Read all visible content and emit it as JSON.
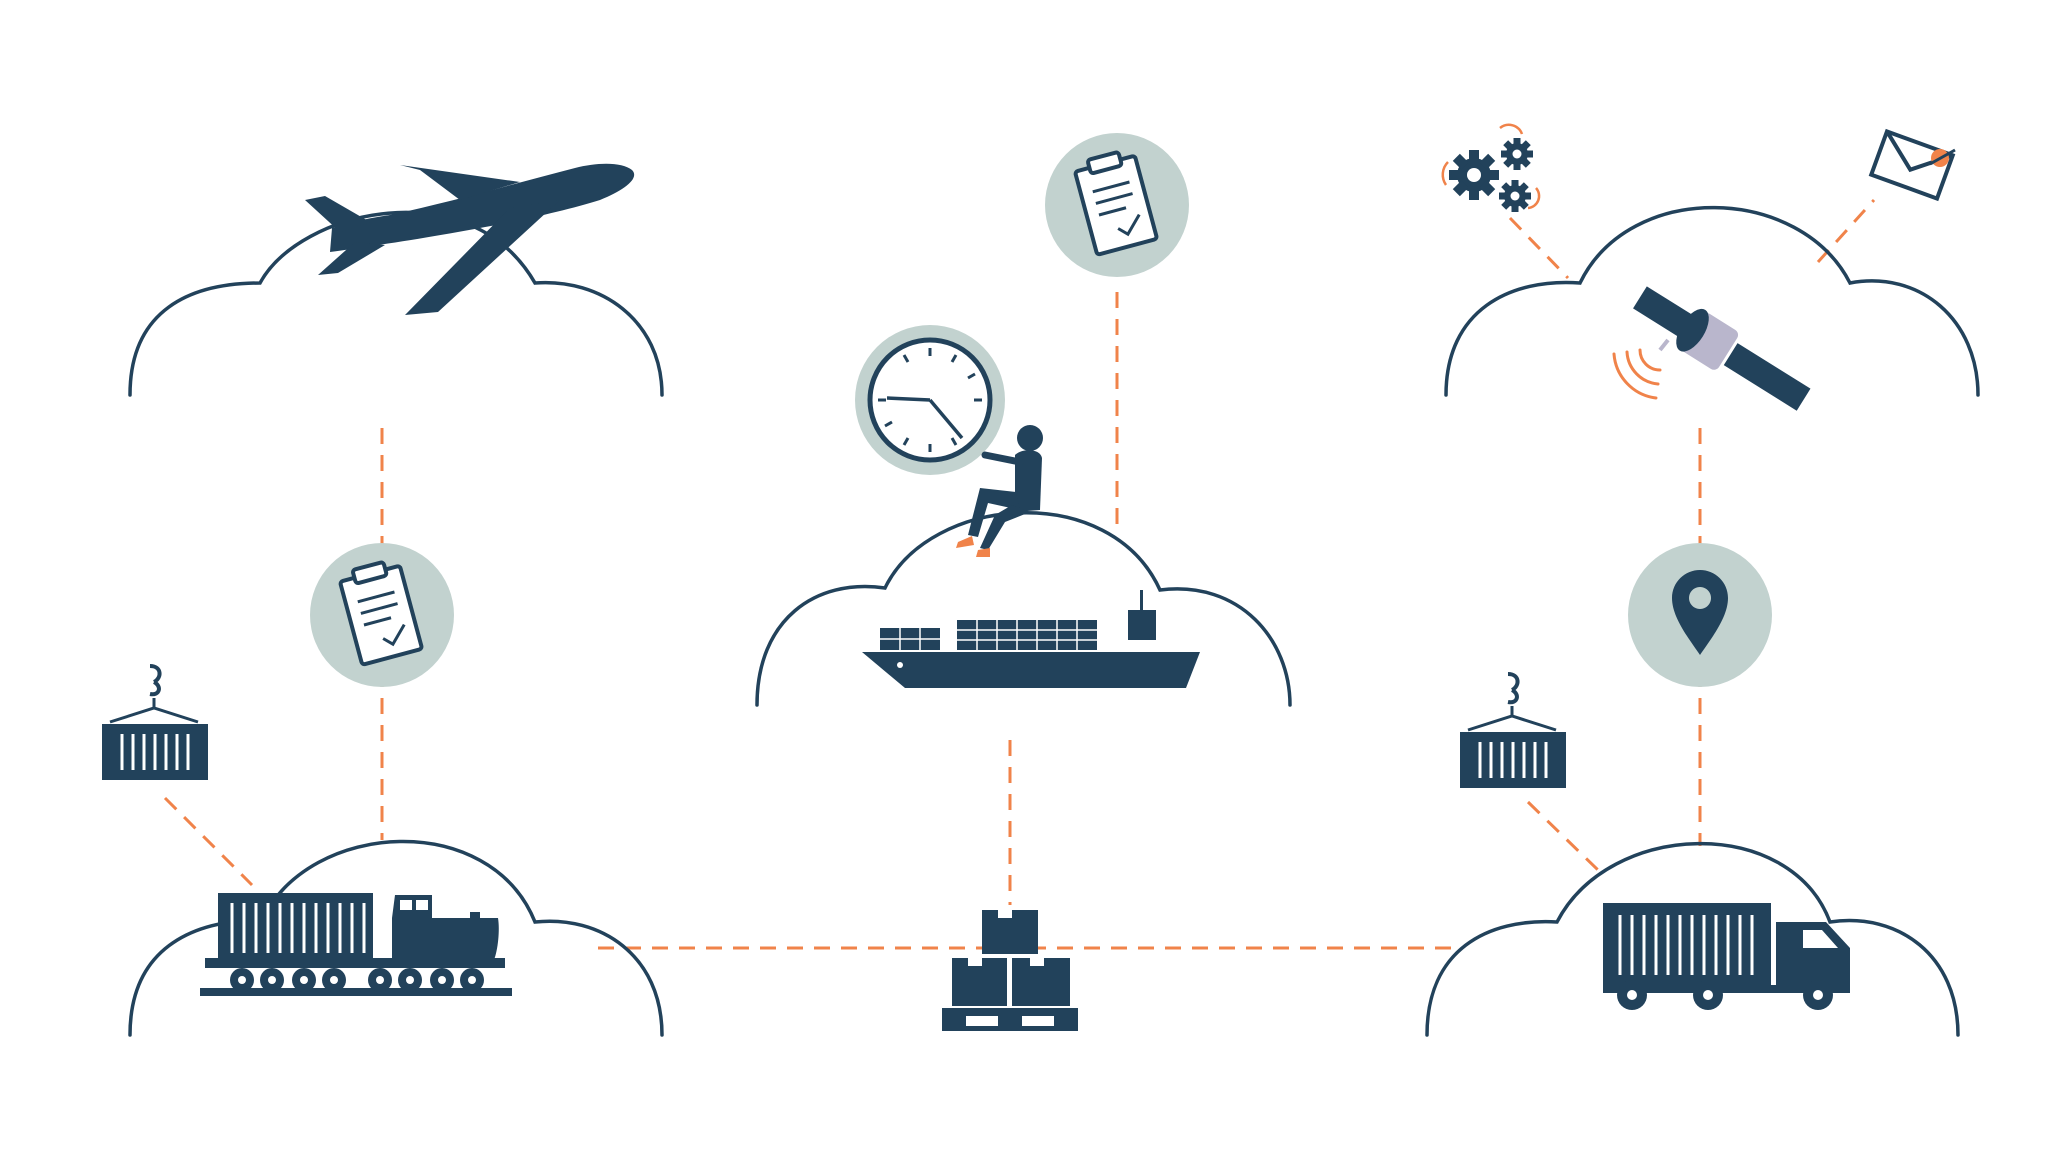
{
  "colors": {
    "navy": "#22425b",
    "orange": "#f0834a",
    "badge": "#c2d2cf",
    "light": "#b9b6cc",
    "background": "#ffffff"
  },
  "nodes": [
    {
      "name": "air-freight",
      "icon": "airplane-icon"
    },
    {
      "name": "sea-freight",
      "icon": "cargo-ship-icon"
    },
    {
      "name": "satellite-tracking",
      "icon": "satellite-icon"
    },
    {
      "name": "rail-freight",
      "icon": "freight-train-icon"
    },
    {
      "name": "warehouse-pallet",
      "icon": "stacked-boxes-icon"
    },
    {
      "name": "road-freight",
      "icon": "truck-icon"
    }
  ],
  "badges": [
    "clipboard-icon",
    "clipboard-icon",
    "location-pin-icon",
    "clock-icon"
  ],
  "decorations": [
    "container-crane-icon",
    "container-crane-icon",
    "gears-icon",
    "envelope-icon",
    "person-icon"
  ]
}
